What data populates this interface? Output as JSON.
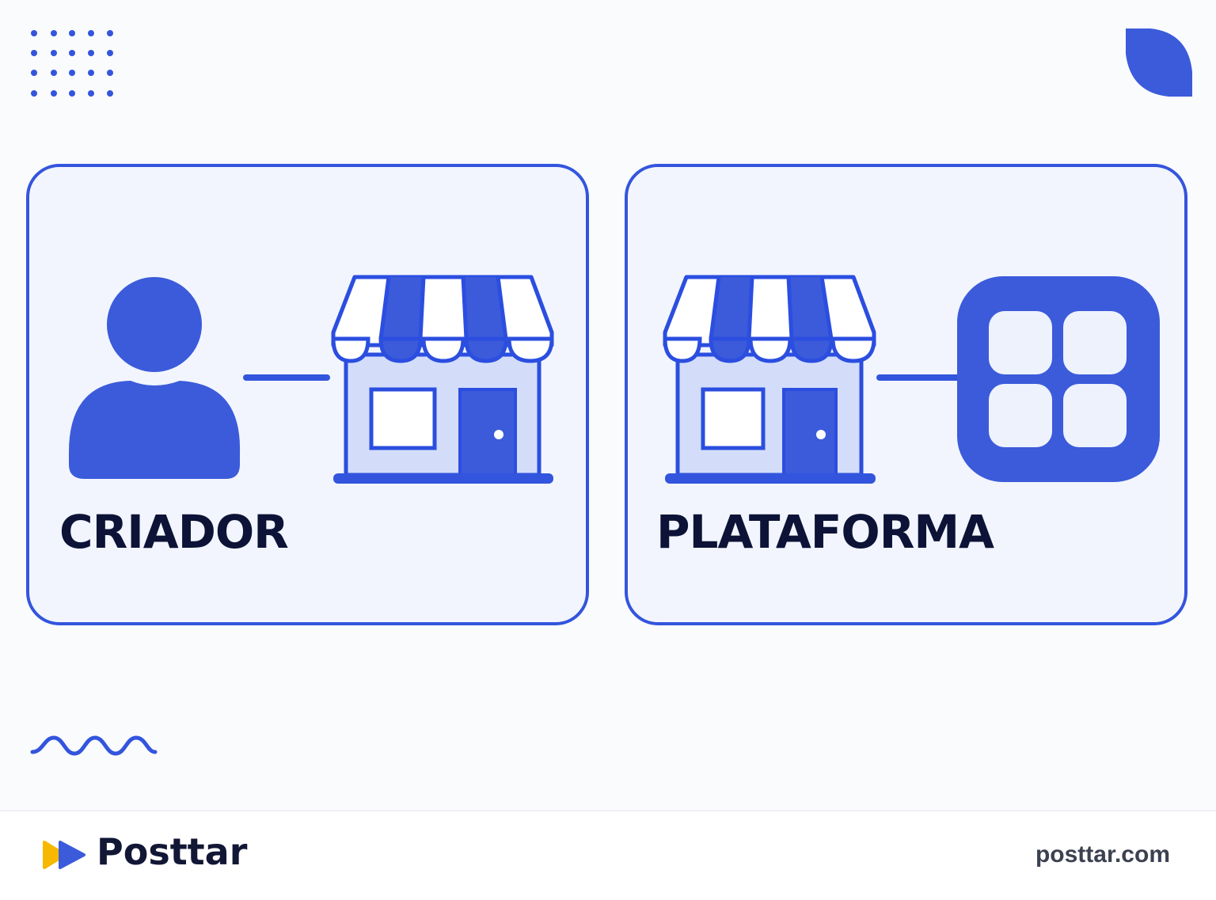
{
  "colors": {
    "accent": "#3355dd",
    "accent_fill": "#3b5bdb",
    "card_background": "#f2f5fd",
    "label_text": "#0c1337",
    "background": "#fafbfd"
  },
  "decorations": {
    "dot_grid": "dot-grid-decoration",
    "corner_shape": "leaf-decoration",
    "wave": "wave-decoration"
  },
  "cards": [
    {
      "label": "CRIADOR",
      "icons": [
        "user-icon",
        "connector-line",
        "storefront-icon"
      ]
    },
    {
      "label": "PLATAFORMA",
      "icons": [
        "storefront-icon",
        "connector-line",
        "app-grid-icon"
      ]
    }
  ],
  "footer": {
    "brand_name": "Posttar",
    "brand_icon": "play-forward-icon",
    "brand_url": "posttar.com",
    "brand_icon_colors": [
      "#f6b800",
      "#3b5bdb"
    ]
  }
}
